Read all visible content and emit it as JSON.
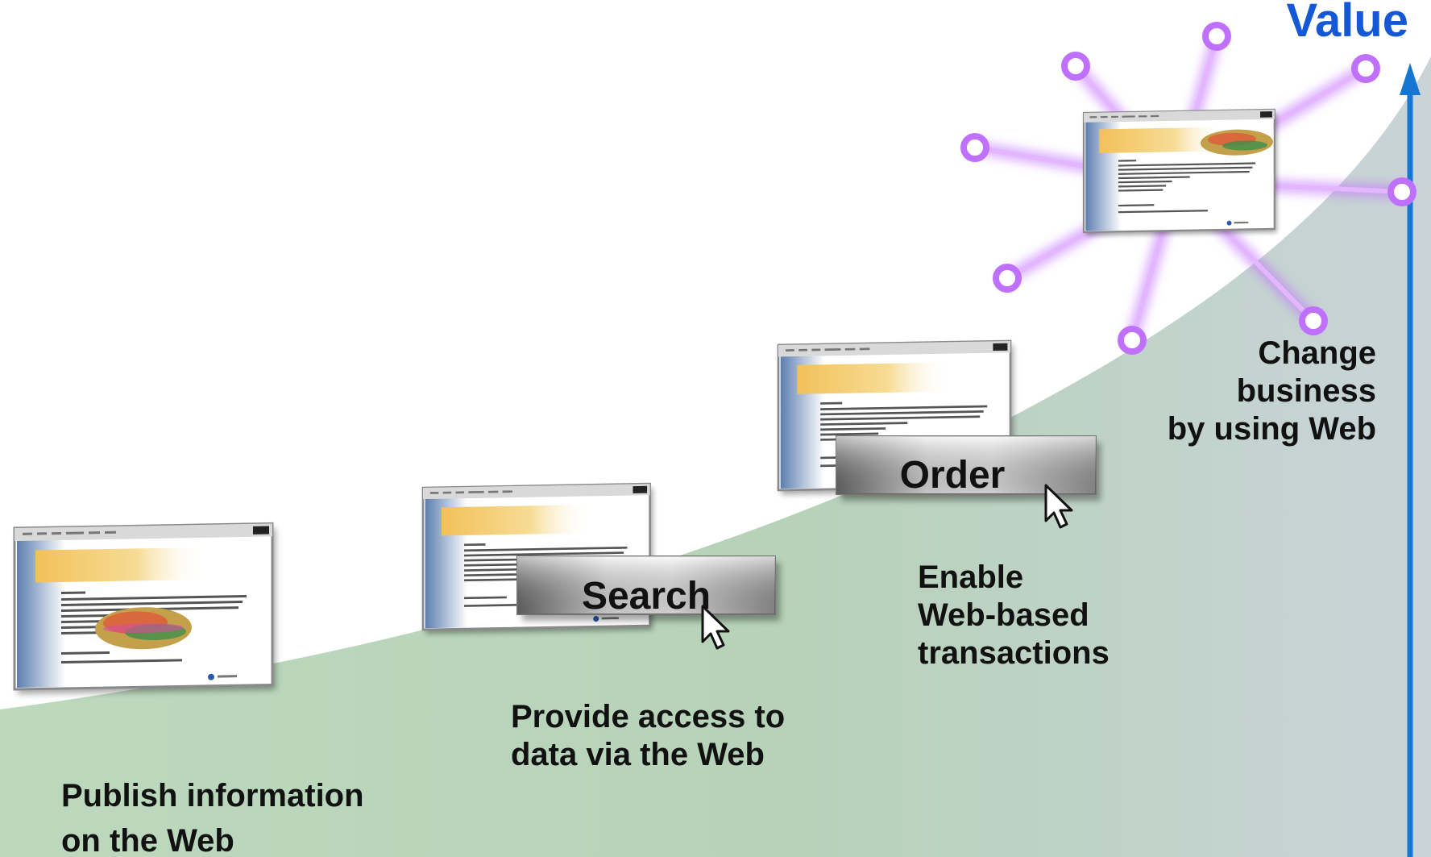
{
  "colors": {
    "accent": "#1558d6",
    "arrow": "#1577d2",
    "curve_fill": "#b7d3b9",
    "button_face": "#9e9e9e",
    "glow": "#c070ff"
  },
  "value_axis": {
    "title": "Value"
  },
  "steps": [
    {
      "lines": [
        "Publish information",
        "on the Web"
      ],
      "icons": [
        "browser-window-icon"
      ]
    },
    {
      "lines": [
        "Provide access to",
        "data via the Web"
      ],
      "button": "Search",
      "icons": [
        "browser-window-icon",
        "mouse-pointer-icon"
      ]
    },
    {
      "lines": [
        "Enable",
        "Web-based",
        "transactions"
      ],
      "button": "Order",
      "icons": [
        "browser-window-icon",
        "mouse-pointer-icon"
      ]
    },
    {
      "lines": [
        "Change",
        "business",
        "by using Web"
      ],
      "icons": [
        "browser-window-icon",
        "network-hub-icon"
      ]
    }
  ]
}
